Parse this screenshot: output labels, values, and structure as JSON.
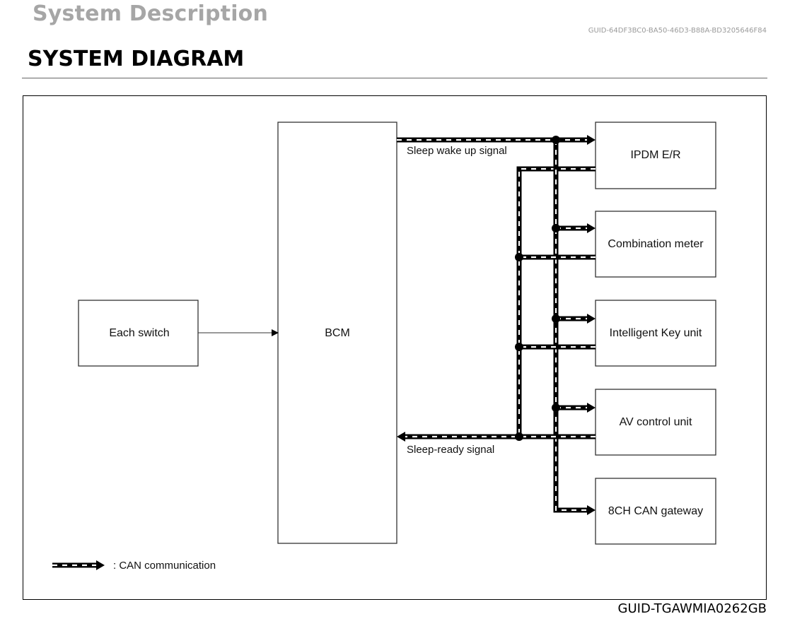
{
  "header": {
    "section_title": "System Description",
    "guid": "GUID-64DF3BC0-BA50-46D3-B88A-BD3205646F84",
    "page_title": "SYSTEM DIAGRAM"
  },
  "diagram": {
    "nodes": {
      "each_switch": "Each switch",
      "bcm": "BCM",
      "ipdm": "IPDM E/R",
      "combination_meter": "Combination meter",
      "intelligent_key": "Intelligent Key unit",
      "av_control": "AV control unit",
      "can_gateway": "8CH CAN gateway"
    },
    "signals": {
      "wake_up": "Sleep wake up signal",
      "sleep_ready": "Sleep-ready signal"
    },
    "legend": {
      "can_label": ": CAN communication"
    }
  },
  "footer": {
    "figure_id": "GUID-TGAWMIA0262GB"
  }
}
